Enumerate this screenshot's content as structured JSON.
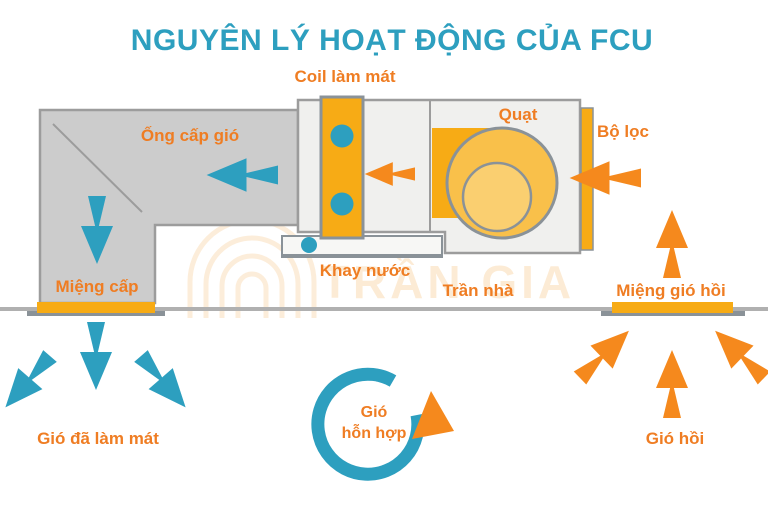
{
  "title": "NGUYÊN LÝ HOẠT ĐỘNG CỦA FCU",
  "labels": {
    "cooling_coil": "Coil làm mát",
    "supply_duct": "Ống cấp gió",
    "fan": "Quạt",
    "filter": "Bộ lọc",
    "water_tray": "Khay nước",
    "supply_outlet": "Miệng cấp",
    "ceiling": "Trần nhà",
    "return_grille": "Miệng gió hồi",
    "cooled_air": "Gió đã làm mát",
    "mixed_air_line1": "Gió",
    "mixed_air_line2": "hỗn hợp",
    "return_air": "Gió hồi"
  },
  "watermark": "TRẦN GIA",
  "colors": {
    "teal": "#2D9FBF",
    "orange": "#EF7D23",
    "arrow_orange": "#F5891D",
    "amber": "#F7AB15",
    "fan_fill": "#F9C04A",
    "fan_inner": "#FACF70",
    "duct_gray": "#CCCCCC",
    "housing_fill": "#F0F0EE",
    "tray_fill": "#F7F7F5",
    "outline_gray": "#9C9C9C",
    "coil_outline": "#8A9298",
    "ceiling_gray": "#B0B0B0",
    "watermark_orange": "#F0941F"
  }
}
